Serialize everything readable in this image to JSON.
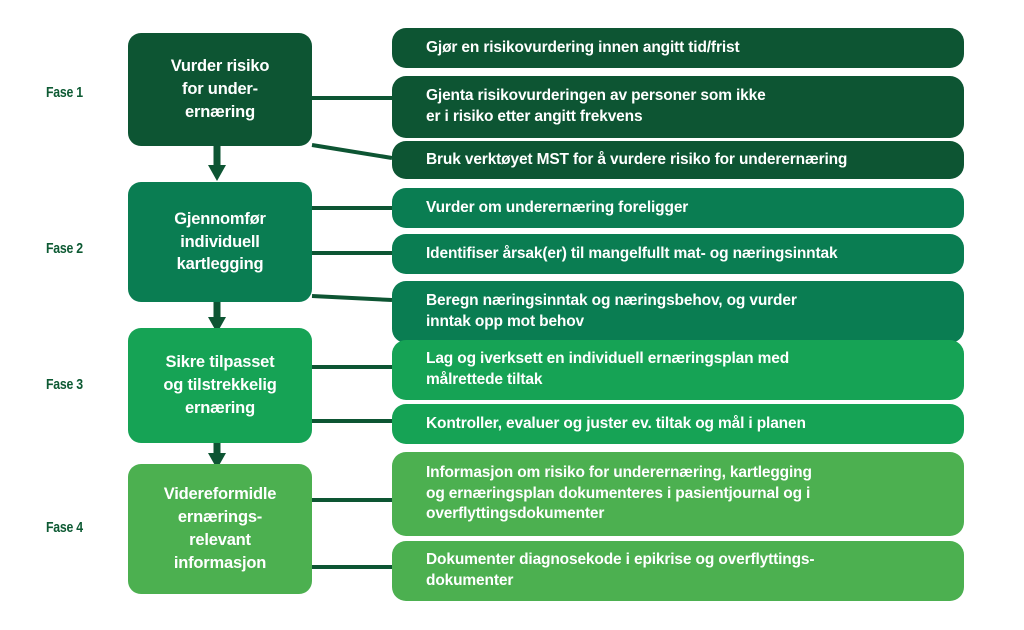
{
  "diagram": {
    "title_visible": false,
    "colors": {
      "phase1": "#0d5533",
      "phase2": "#0a7d52",
      "phase3": "#16a355",
      "phase4": "#4cb050",
      "connector": "#0d5533",
      "text": "#ffffff",
      "label": "#0d5a33",
      "background": "#ffffff"
    },
    "phases": [
      {
        "label": "Fase 1",
        "box": "Vurder risiko for under-ernæring",
        "box_lines": [
          "Vurder risiko",
          "for under-",
          "ernæring"
        ],
        "tasks": [
          "Gjør en risikovurdering innen angitt tid/frist",
          "Gjenta risikovurderingen av personer som ikke er i risiko etter angitt frekvens",
          "Bruk verktøyet MST for å vurdere risiko for underernæring"
        ],
        "task_lines": [
          [
            "Gjør en risikovurdering innen angitt tid/frist"
          ],
          [
            "Gjenta risikovurderingen av personer som ikke",
            "er i risiko etter angitt frekvens"
          ],
          [
            "Bruk verktøyet MST for å vurdere risiko for underernæring"
          ]
        ]
      },
      {
        "label": "Fase 2",
        "box": "Gjennomfør individuell kartlegging",
        "box_lines": [
          "Gjennomfør",
          "individuell",
          "kartlegging"
        ],
        "tasks": [
          "Vurder om underernæring foreligger",
          "Identifiser årsak(er) til mangelfullt mat- og næringsinntak",
          "Beregn næringsinntak og næringsbehov, og vurder inntak opp mot behov"
        ],
        "task_lines": [
          [
            "Vurder om underernæring foreligger"
          ],
          [
            "Identifiser årsak(er) til mangelfullt mat- og næringsinntak"
          ],
          [
            "Beregn næringsinntak og næringsbehov, og vurder",
            "inntak opp mot behov"
          ]
        ]
      },
      {
        "label": "Fase 3",
        "box": "Sikre tilpasset og tilstrekkelig ernæring",
        "box_lines": [
          "Sikre tilpasset",
          "og tilstrekkelig",
          "ernæring"
        ],
        "tasks": [
          "Lag og iverksett en individuell ernæringsplan med målrettede tiltak",
          "Kontroller, evaluer og juster ev. tiltak og mål i planen"
        ],
        "task_lines": [
          [
            "Lag og iverksett en individuell ernæringsplan med",
            "målrettede tiltak"
          ],
          [
            "Kontroller, evaluer og juster ev. tiltak og mål i planen"
          ]
        ]
      },
      {
        "label": "Fase 4",
        "box": "Videreformidle ernærings-relevant informasjon",
        "box_lines": [
          "Videreformidle",
          "ernærings-",
          "relevant",
          "informasjon"
        ],
        "tasks": [
          "Informasjon om risiko for underernæring, kartlegging og ernæringsplan dokumenteres i pasientjournal og i overflyttingsdokumenter",
          "Dokumenter diagnosekode i epikrise og overflyttings-dokumenter"
        ],
        "task_lines": [
          [
            "Informasjon om risiko for underernæring, kartlegging",
            "og ernæringsplan dokumenteres i pasientjournal og i",
            "overflyttingsdokumenter"
          ],
          [
            "Dokumenter diagnosekode i epikrise og overflyttings-",
            "dokumenter"
          ]
        ]
      }
    ]
  }
}
